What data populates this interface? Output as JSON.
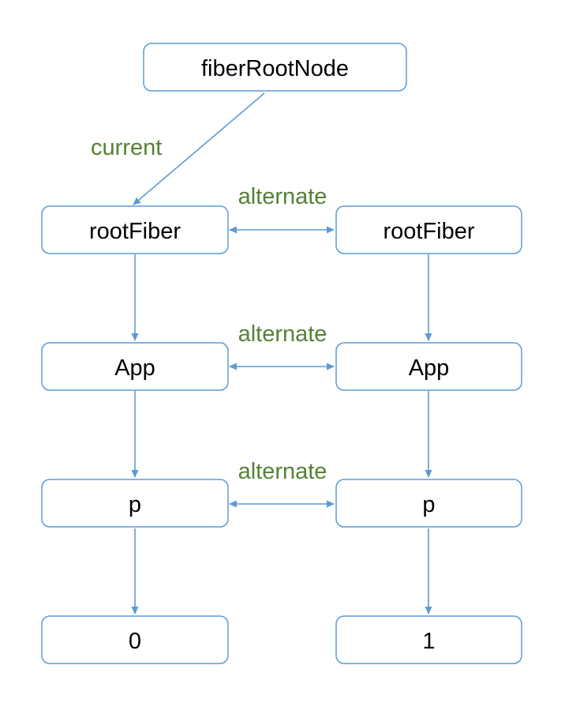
{
  "colors": {
    "node_border": "#5b9bd5",
    "edge": "#5b9bd5",
    "label": "#548235",
    "text": "#000000"
  },
  "nodes": {
    "fiber_root": "fiberRootNode",
    "left_root_fiber": "rootFiber",
    "right_root_fiber": "rootFiber",
    "left_app": "App",
    "right_app": "App",
    "left_p": "p",
    "right_p": "p",
    "left_text": "0",
    "right_text": "1"
  },
  "edges": {
    "current_label": "current",
    "alternate_label_1": "alternate",
    "alternate_label_2": "alternate",
    "alternate_label_3": "alternate"
  }
}
